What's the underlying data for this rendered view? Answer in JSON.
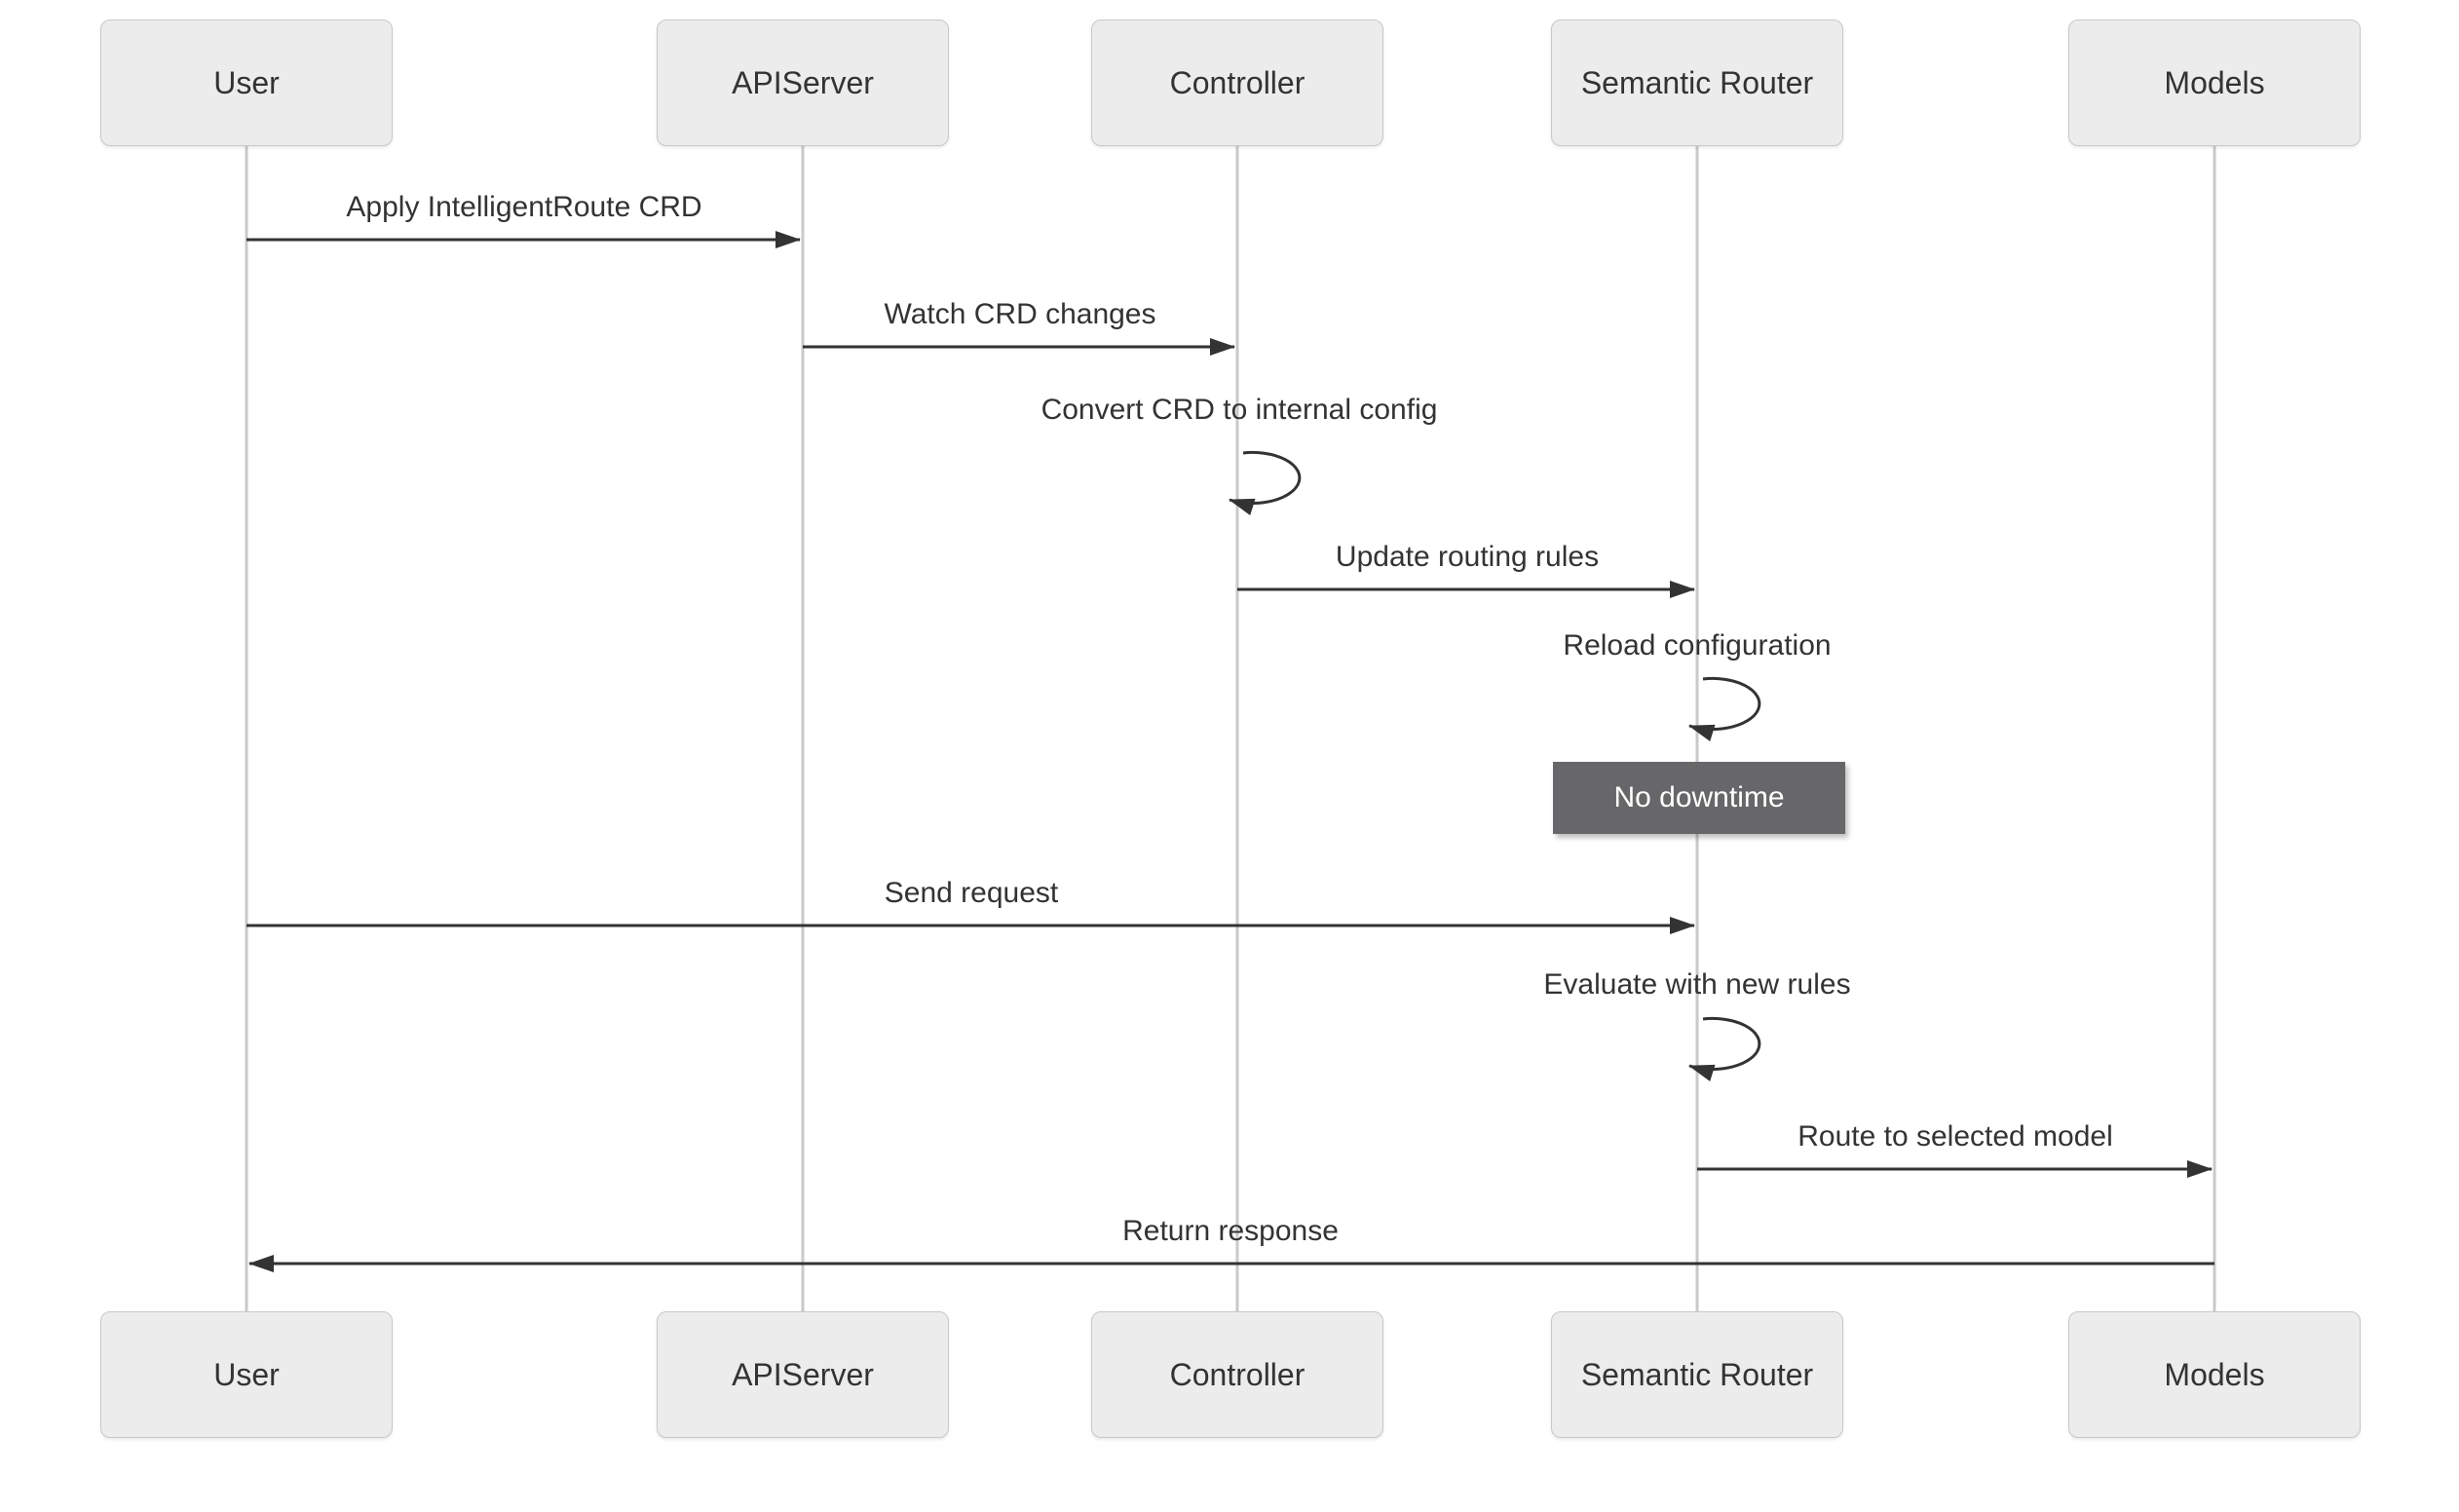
{
  "diagram": {
    "type": "sequence-diagram",
    "actors": [
      {
        "id": "user",
        "name": "User"
      },
      {
        "id": "apiserver",
        "name": "APIServer"
      },
      {
        "id": "controller",
        "name": "Controller"
      },
      {
        "id": "semantic-router",
        "name": "Semantic Router"
      },
      {
        "id": "models",
        "name": "Models"
      }
    ],
    "messages": [
      {
        "from": "User",
        "to": "APIServer",
        "label": "Apply IntelligentRoute CRD",
        "type": "arrow"
      },
      {
        "from": "APIServer",
        "to": "Controller",
        "label": "Watch CRD changes",
        "type": "arrow"
      },
      {
        "from": "Controller",
        "to": "Controller",
        "label": "Convert CRD to internal config",
        "type": "self-loop"
      },
      {
        "from": "Controller",
        "to": "Semantic Router",
        "label": "Update routing rules",
        "type": "arrow"
      },
      {
        "from": "Semantic Router",
        "to": "Semantic Router",
        "label": "Reload configuration",
        "type": "self-loop"
      },
      {
        "from": "User",
        "to": "Semantic Router",
        "label": "Send request",
        "type": "arrow"
      },
      {
        "from": "Semantic Router",
        "to": "Semantic Router",
        "label": "Evaluate with new rules",
        "type": "self-loop"
      },
      {
        "from": "Semantic Router",
        "to": "Models",
        "label": "Route to selected model",
        "type": "arrow"
      },
      {
        "from": "Models",
        "to": "User",
        "label": "Return response",
        "type": "arrow"
      }
    ],
    "note": {
      "text": "No downtime",
      "over": "Semantic Router"
    },
    "colors": {
      "actor_fill": "#ececec",
      "actor_border": "#c8c8c8",
      "lifeline": "#c9c9c9",
      "arrow": "#333333",
      "note_fill": "#67676a",
      "note_text": "#ffffff",
      "text": "#333333",
      "background": "#ffffff"
    }
  }
}
